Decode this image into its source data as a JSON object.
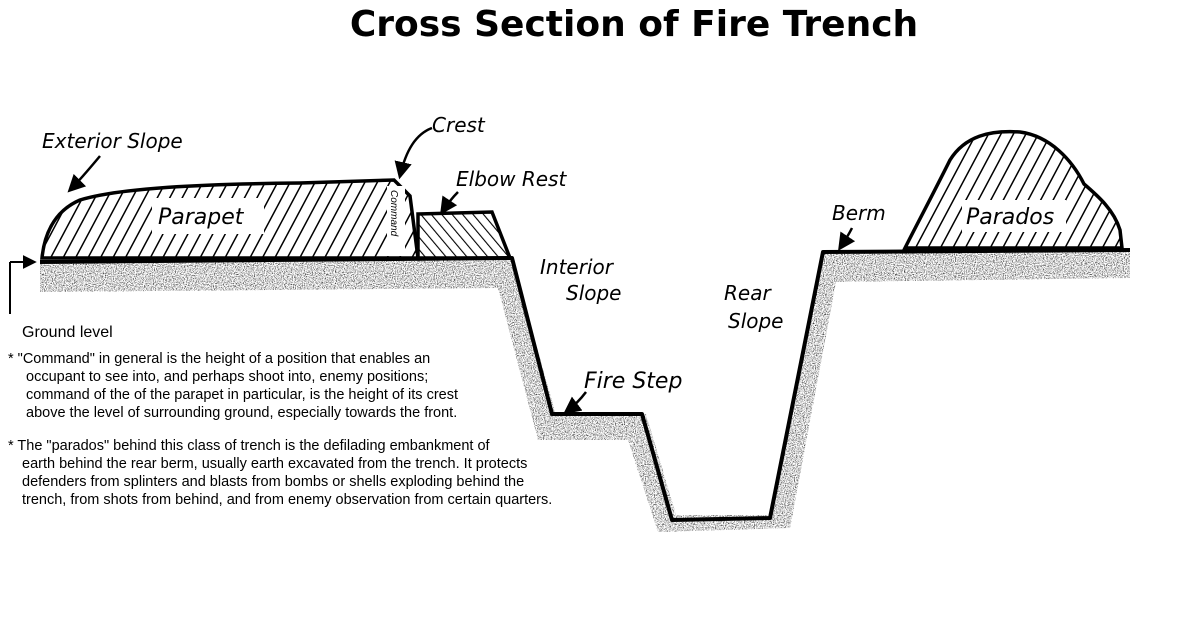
{
  "title": "Cross Section of Fire Trench",
  "labels": {
    "exterior_slope": "Exterior Slope",
    "crest": "Crest",
    "parapet": "Parapet",
    "command": "Command",
    "elbow_rest": "Elbow Rest",
    "interior_slope_1": "Interior",
    "interior_slope_2": "Slope",
    "rear_slope_1": "Rear",
    "rear_slope_2": "Slope",
    "fire_step": "Fire Step",
    "berm": "Berm",
    "parados": "Parados",
    "ground_level": "Ground level"
  },
  "notes": {
    "command": [
      "* \"Command\" in general is the height of a position that enables an",
      "occupant to see into, and perhaps shoot into, enemy positions;",
      "command of the of the parapet in particular, is the height of its crest",
      "above the level of surrounding ground, especially towards the front."
    ],
    "parados": [
      "* The \"parados\" behind this class of trench is the defilading embankment of",
      "earth behind the rear berm, usually earth excavated from the trench. It protects",
      "defenders from splinters and blasts from bombs or shells exploding behind the",
      "trench, from shots from behind, and from enemy observation from certain quarters."
    ]
  }
}
